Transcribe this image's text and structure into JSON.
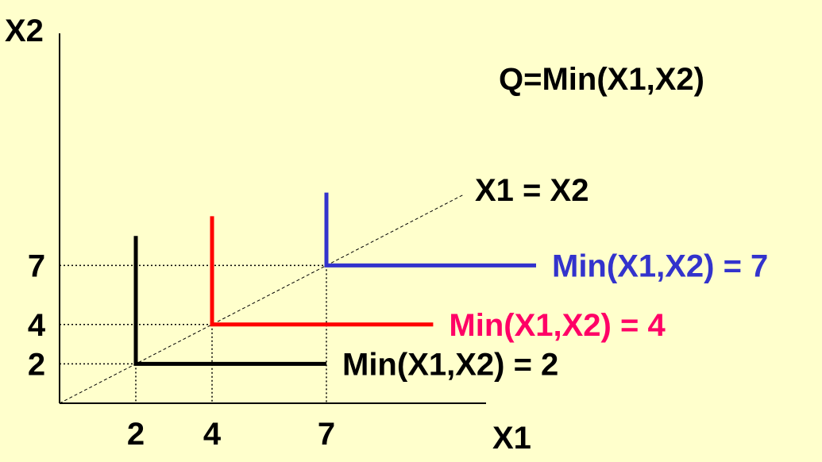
{
  "chart_data": {
    "type": "line",
    "title": "Q=Min(X1,X2)",
    "xlabel": "X1",
    "ylabel": "X2",
    "x_ticks": [
      2,
      4,
      7
    ],
    "y_ticks": [
      2,
      4,
      7
    ],
    "diagonal_label": "X1 = X2",
    "grid": false,
    "series": [
      {
        "name": "Min(X1,X2) = 2",
        "level": 2,
        "color": "#000000",
        "points": [
          [
            2,
            8.5
          ],
          [
            2,
            2
          ],
          [
            7,
            2
          ]
        ]
      },
      {
        "name": "Min(X1,X2) = 4",
        "level": 4,
        "color": "#FF0000",
        "points": [
          [
            4,
            9.5
          ],
          [
            4,
            4
          ],
          [
            9.8,
            4
          ]
        ]
      },
      {
        "name": "Min(X1,X2) = 7",
        "level": 7,
        "color": "#3333CC",
        "points": [
          [
            7,
            10.7
          ],
          [
            7,
            7
          ],
          [
            12.5,
            7
          ]
        ]
      }
    ],
    "label_colors": [
      "#000000",
      "#FF0066",
      "#3333CC"
    ]
  }
}
